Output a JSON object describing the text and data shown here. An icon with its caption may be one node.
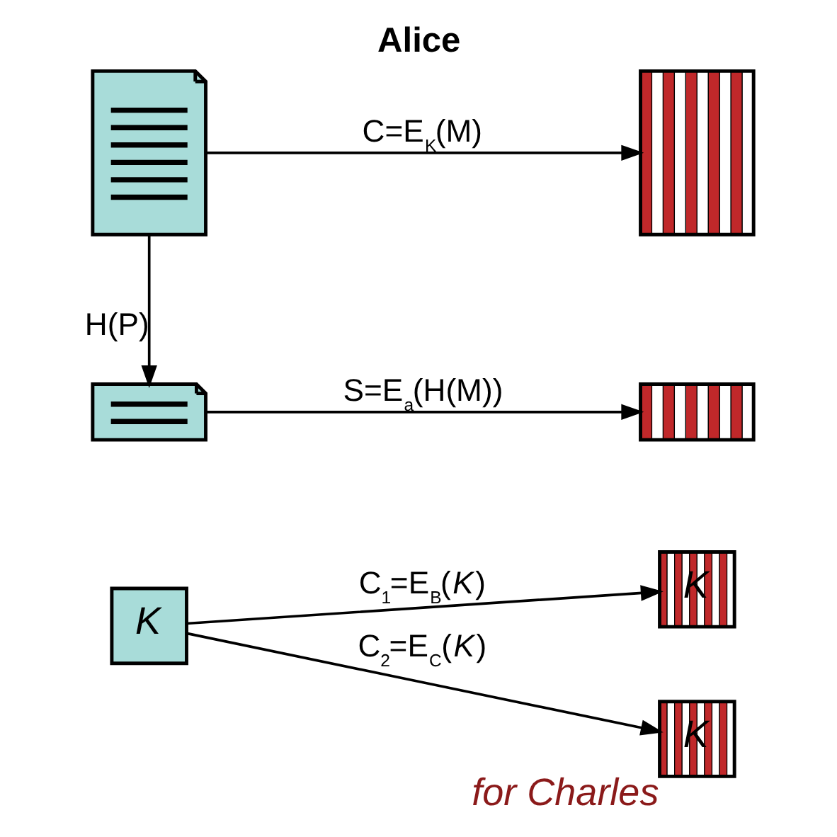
{
  "diagram": {
    "title": "Alice",
    "nodes": [
      {
        "text": [],
        "shape": "picture"
      },
      {
        "text": [],
        "shape": "box"
      },
      {
        "text": [],
        "shape": "picture"
      },
      {
        "text": [],
        "shape": "box"
      },
      {
        "text": [
          "K"
        ]
      },
      {
        "text": [
          "K"
        ]
      },
      {
        "text": [
          "K"
        ],
        "beside": [
          "for Charles"
        ]
      }
    ],
    "edges": [
      {
        "from": 0,
        "to": 1,
        "arrow": "to",
        "label": "C=E$_{K}$(M)"
      },
      {
        "from": 0,
        "to": 2,
        "arrow": "to",
        "label": "H(P)"
      },
      {
        "from": 2,
        "to": 3,
        "arrow": "to",
        "label": "S=E$_{a}$(H(M))"
      },
      {
        "from": 4,
        "to": 5,
        "arrow": "to",
        "label": "C$_{1}$=E$_{B}$(*K*)"
      },
      {
        "from": 4,
        "to": 6,
        "arrow": "to",
        "label": "C$_{2}$=E$_{C}$(*K*)"
      }
    ]
  }
}
